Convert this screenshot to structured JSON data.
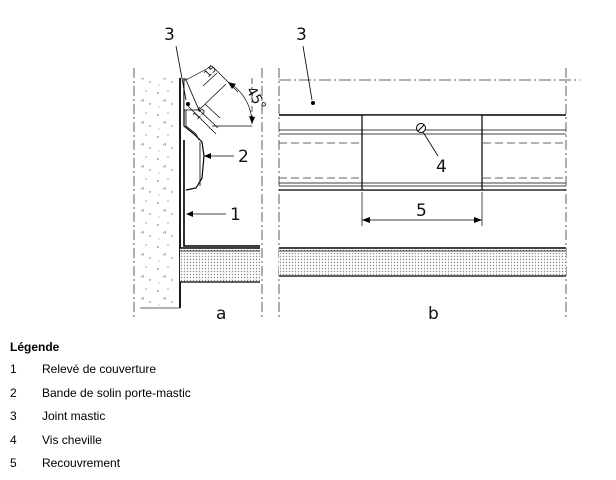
{
  "figure": {
    "panel_a_label": "a",
    "panel_b_label": "b",
    "angle_label": "45°",
    "dimension_1": "15",
    "dimension_2": "15",
    "callouts_a": [
      "3",
      "2",
      "1"
    ],
    "callouts_b": [
      "3",
      "4",
      "5"
    ]
  },
  "legend": {
    "title": "Légende",
    "items": [
      {
        "num": "1",
        "text": "Relevé de couverture"
      },
      {
        "num": "2",
        "text": "Bande de solin porte-mastic"
      },
      {
        "num": "3",
        "text": "Joint mastic"
      },
      {
        "num": "4",
        "text": "Vis cheville"
      },
      {
        "num": "5",
        "text": "Recouvrement"
      }
    ]
  }
}
